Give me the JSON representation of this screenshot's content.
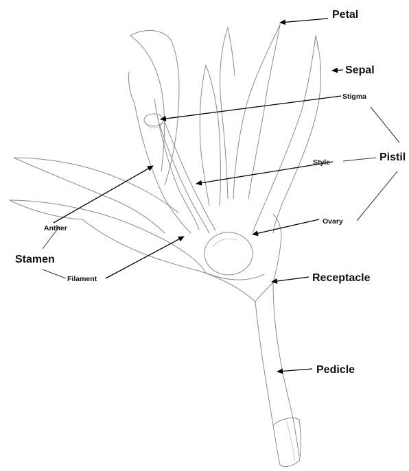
{
  "diagram": {
    "labels": {
      "petal": "Petal",
      "sepal": "Sepal",
      "stigma": "Stigma",
      "pistil": "Pistil",
      "style": "Style",
      "anther": "Anther",
      "ovary": "Ovary",
      "stamen": "Stamen",
      "filament": "Filament",
      "receptacle": "Receptacle",
      "pedicle": "Pedicle"
    }
  }
}
